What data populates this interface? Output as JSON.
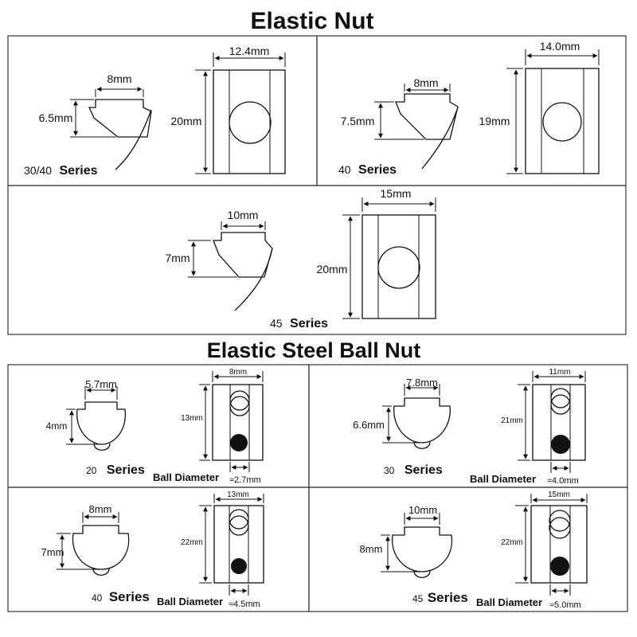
{
  "titles": {
    "elastic_nut": "Elastic Nut",
    "ball_nut": "Elastic Steel Ball Nut"
  },
  "series_word": "Series",
  "ball_diameter_label": "Ball Diameter",
  "elastic_nuts": [
    {
      "series": "30/40",
      "top_width": "8mm",
      "profile_height": "6.5mm",
      "body_width": "12.4mm",
      "body_length": "20mm"
    },
    {
      "series": "40",
      "top_width": "8mm",
      "profile_height": "7.5mm",
      "body_width": "14.0mm",
      "body_length": "19mm"
    },
    {
      "series": "45",
      "top_width": "10mm",
      "profile_height": "7mm",
      "body_width": "15mm",
      "body_length": "20mm"
    }
  ],
  "ball_nuts": [
    {
      "series": "20",
      "top_width": "5.7mm",
      "profile_height": "4mm",
      "body_width": "8mm",
      "body_length": "13mm",
      "ball_diameter": "≈2.7mm"
    },
    {
      "series": "30",
      "top_width": "7.8mm",
      "profile_height": "6.6mm",
      "body_width": "11mm",
      "body_length": "21mm",
      "ball_diameter": "≈4.0mm"
    },
    {
      "series": "40",
      "top_width": "8mm",
      "profile_height": "7mm",
      "body_width": "13mm",
      "body_length": "22mm",
      "ball_diameter": "≈4.5mm"
    },
    {
      "series": "45",
      "top_width": "10mm",
      "profile_height": "8mm",
      "body_width": "15mm",
      "body_length": "22mm",
      "ball_diameter": "≈5.0mm"
    }
  ]
}
